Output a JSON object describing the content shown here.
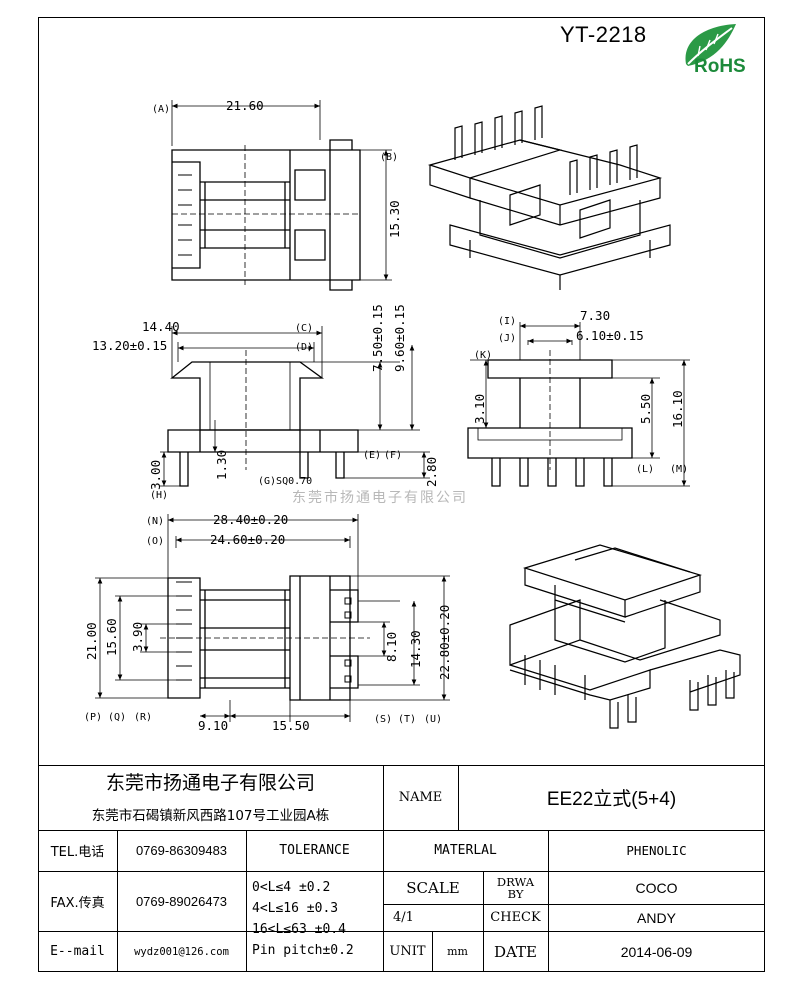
{
  "header": {
    "part_number": "YT-2218",
    "rohs_label": "RoHS"
  },
  "watermark": "东莞市扬通电子有限公司",
  "dims": {
    "top_view": {
      "a_width": "21.60",
      "b_height": "15.30",
      "ref_a": "(A)",
      "ref_b": "(B)"
    },
    "front_view": {
      "c_width": "14.40",
      "d_width": "13.20±0.15",
      "ref_c": "(C)",
      "ref_d": "(D)",
      "h1": "7.50±0.15",
      "h2": "9.60±0.15",
      "pin_len": "3.00",
      "pin_dist": "1.30",
      "pin_sq": "(G)SQ0.70",
      "e_dim": "2.80",
      "ref_e": "(E)",
      "ref_f": "(F)",
      "ref_h": "(H)"
    },
    "side_view": {
      "i_width": "7.30",
      "j_width": "6.10±0.15",
      "ref_i": "(I)",
      "ref_j": "(J)",
      "ref_k": "(K)",
      "k_height": "3.10",
      "l_height": "5.50",
      "m_height": "16.10",
      "ref_l": "(L)",
      "ref_m": "(M)"
    },
    "bottom_view": {
      "n_width": "28.40±0.20",
      "o_width": "24.60±0.20",
      "ref_n": "(N)",
      "ref_o": "(O)",
      "p_height": "21.00",
      "q_height": "15.60",
      "r_height": "3.90",
      "ref_p": "(P)",
      "ref_q": "(Q)",
      "ref_r": "(R)",
      "s_width": "9.10",
      "t_width": "15.50",
      "ref_s": "(S)",
      "ref_t": "(T)",
      "ref_u": "(U)",
      "s_height": "8.10",
      "t_height": "14.30",
      "u_height": "22.80±0.20"
    }
  },
  "title_block": {
    "company_name": "东莞市扬通电子有限公司",
    "company_address": "东莞市石碣镇新风西路107号工业园A栋",
    "name_label": "NAME",
    "name_value": "EE22立式(5+4)",
    "tel_label": "TEL.电话",
    "tel_value": "0769-86309483",
    "fax_label": "FAX.传真",
    "fax_value": "0769-89026473",
    "email_label": "E--mail",
    "email_value": "wydz001@126.com",
    "tolerance_label": "TOLERANCE",
    "tolerance_lines": [
      "0<L≤4   ±0.2",
      "4<L≤16  ±0.3",
      "16<L≤63 ±0.4",
      "Pin pitch±0.2"
    ],
    "material_label": "MATERLAL",
    "material_value": "PHENOLIC",
    "scale_label": "SCALE",
    "scale_value": "4/1",
    "drawn_label": "DRWA BY",
    "drawn_value": "COCO",
    "check_label": "CHECK",
    "check_value": "ANDY",
    "unit_label": "UNIT",
    "unit_value": "mm",
    "date_label": "DATE",
    "date_value": "2014-06-09"
  }
}
